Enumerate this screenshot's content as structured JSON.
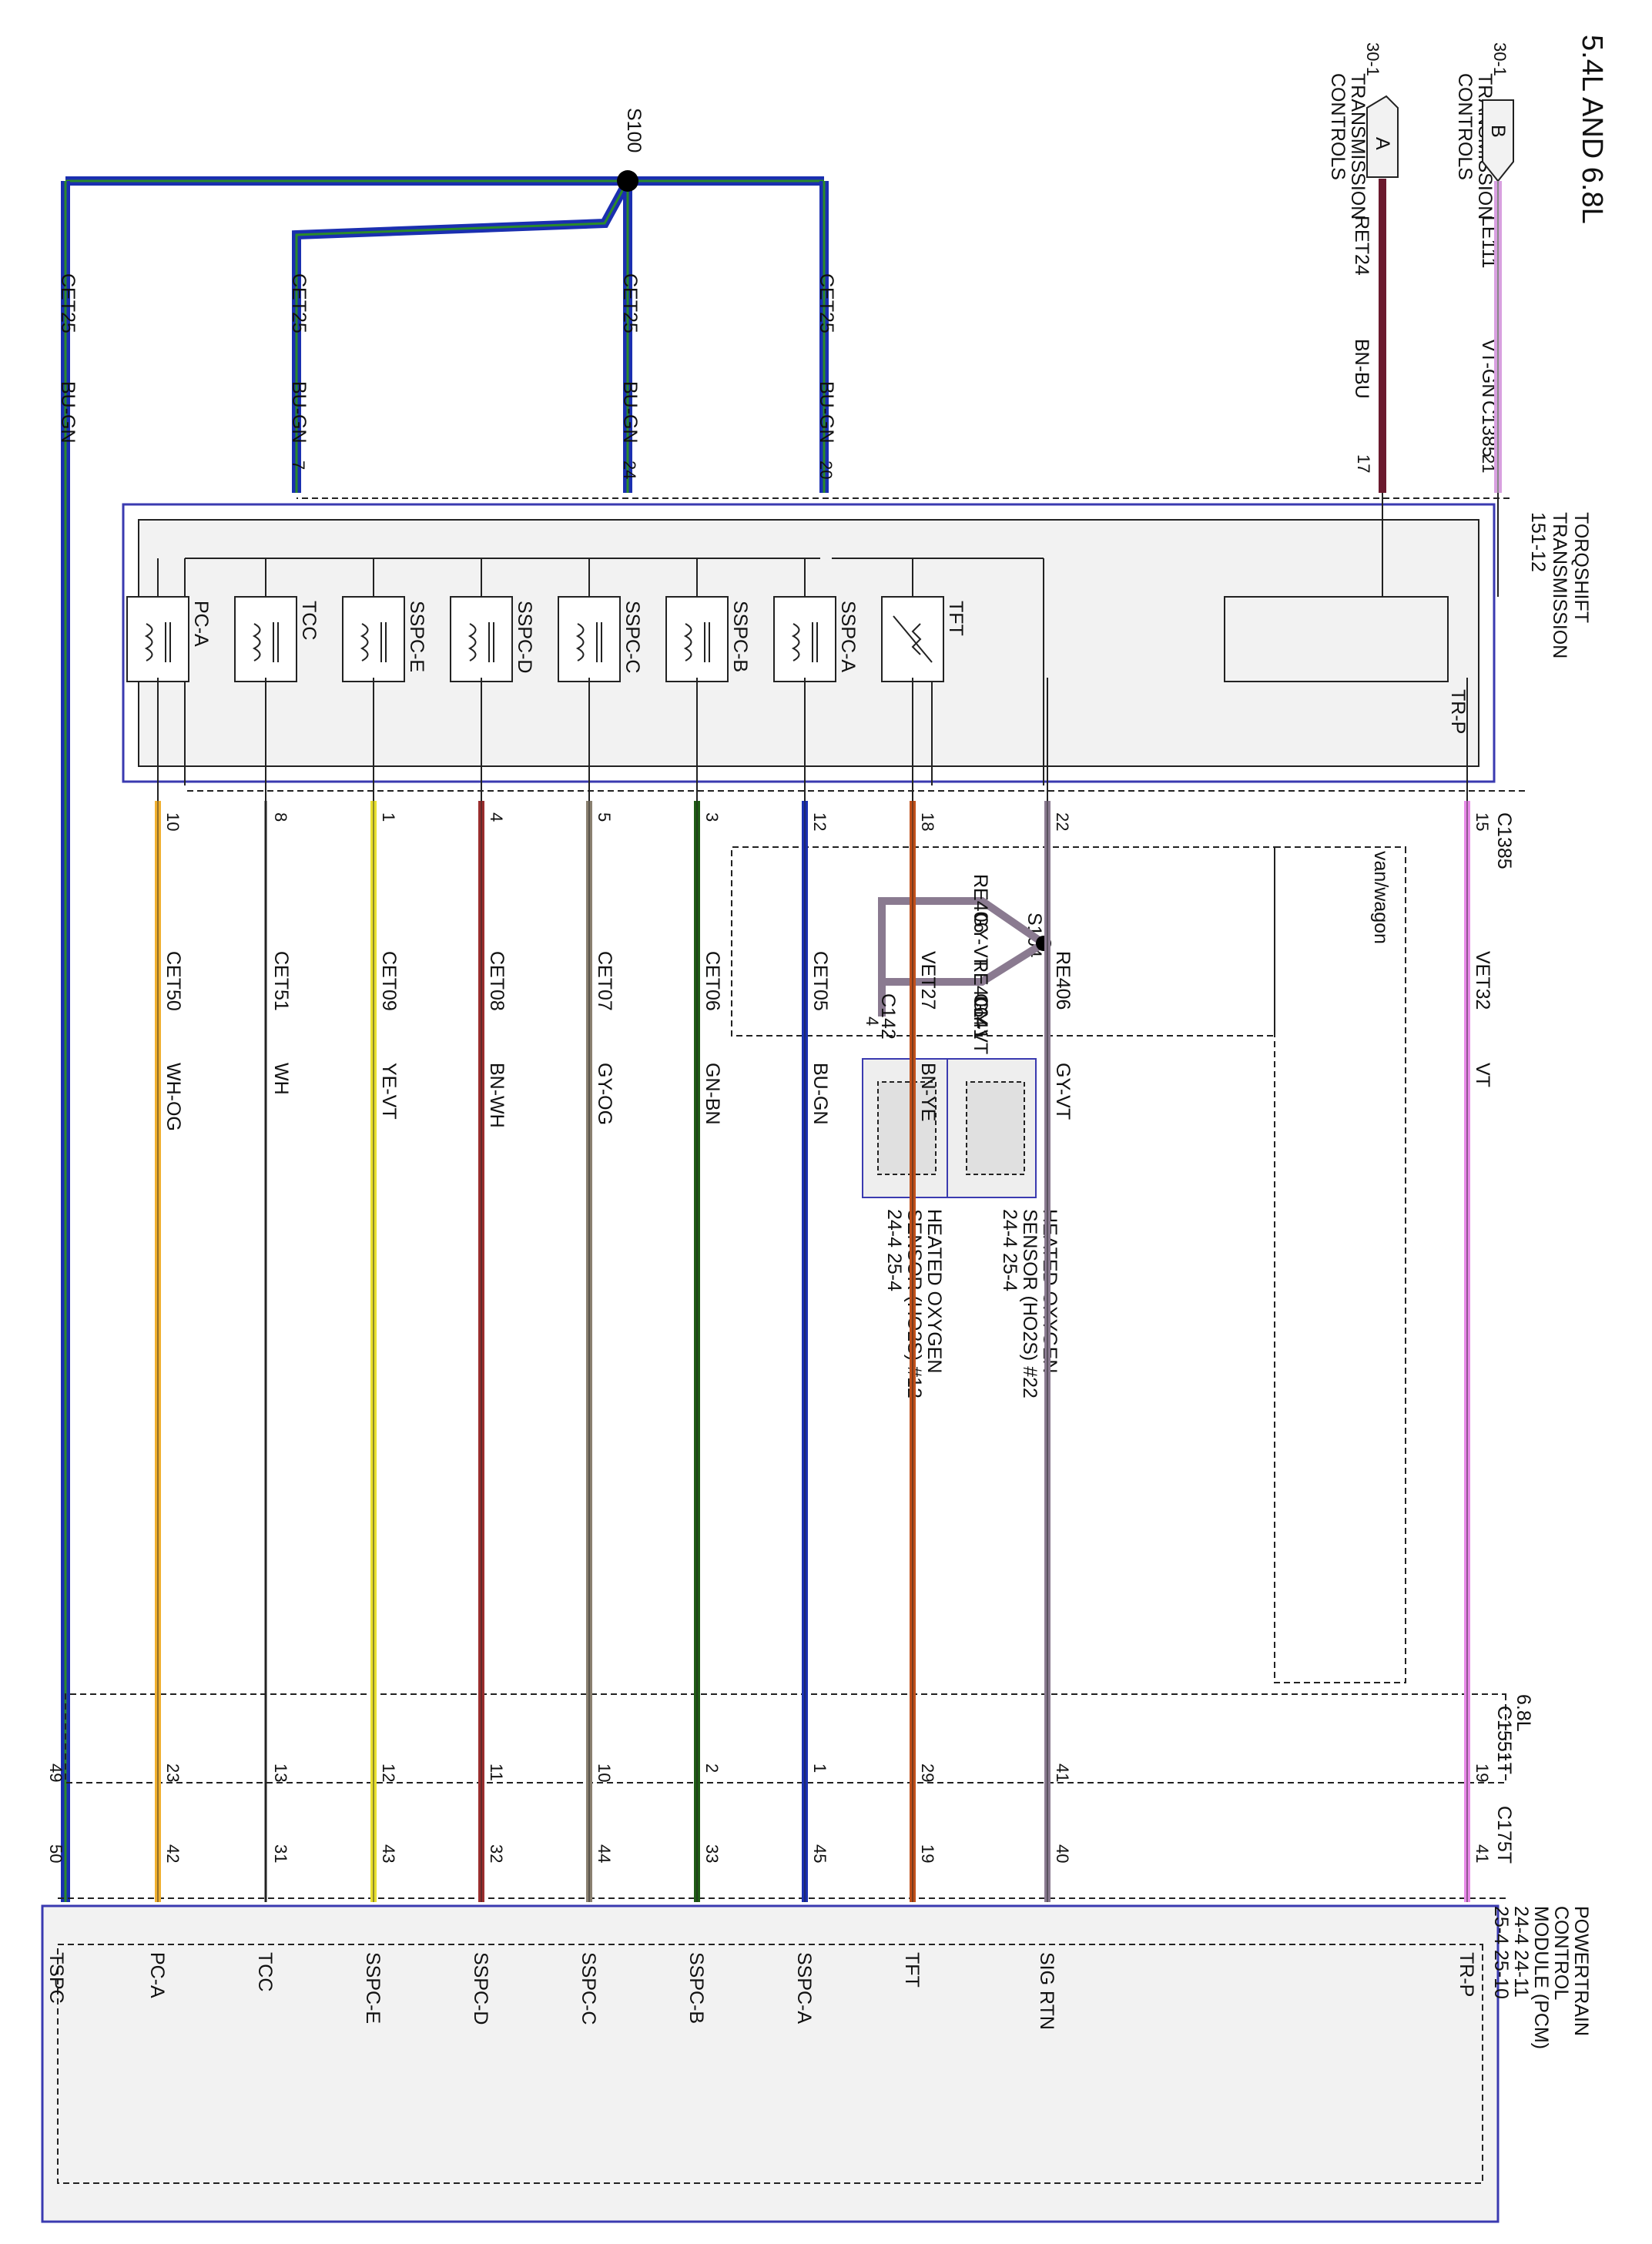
{
  "title": "5.4L AND 6.8L",
  "colors": {
    "BU-GN": "#1a2fb0",
    "BU-GN-stripe": "#2a8a2a",
    "BN-BU": "#6b1a2e",
    "VT-GN": "#d9a0e0",
    "VT": "#e98ae9",
    "GY-VT": "#8a7a90",
    "BN-YE": "#c0501a",
    "GN-BN": "#1e5b14",
    "GY-OG": "#8a8070",
    "BN-WH": "#9a2e2e",
    "YE-VT": "#e8e030",
    "WH": "#222222",
    "WH-OG": "#f0b030",
    "module-border": "#3a3ab0",
    "module-fill": "#f2f2f2"
  },
  "icons": {
    "connector": "chevron-icon",
    "splice": "splice-dot-icon",
    "solenoid": "coil-icon",
    "thermistor": "thermistor-icon"
  },
  "offpage": [
    {
      "ref": "30-1",
      "letter": "A",
      "dest": [
        "TRANSMISSION",
        "CONTROLS"
      ],
      "circuit": "RET24",
      "color": "BN-BU",
      "pin": "17"
    },
    {
      "ref": "30-1",
      "letter": "B",
      "dest": [
        "TRANSMISSION",
        "CONTROLS"
      ],
      "circuit": "LE111",
      "color": "VT-GN",
      "connector": "C1385",
      "pin": "21"
    }
  ],
  "splice_s100": "S100",
  "splice_s104": "S104",
  "top_wires": [
    {
      "circuit": "CET25",
      "color": "BU-GN",
      "pin": "7"
    },
    {
      "circuit": "CET25",
      "color": "BU-GN",
      "pin": "24"
    },
    {
      "circuit": "CET25",
      "color": "BU-GN",
      "pin": "20"
    },
    {
      "circuit": "CET25",
      "color": "BU-GN"
    }
  ],
  "transmission": {
    "title": [
      "TORQSHIFT",
      "TRANSMISSION",
      "151-12"
    ],
    "trp_label": "TR-P",
    "components": [
      "PC-A",
      "TCC",
      "SSPC-E",
      "SSPC-D",
      "SSPC-C",
      "SSPC-B",
      "SSPC-A",
      "TFT"
    ]
  },
  "harness": [
    {
      "pin": "10",
      "circuit": "CET50",
      "color": "WH-OG",
      "c1551t": "23",
      "c175t": "42",
      "pcm": "PC-A"
    },
    {
      "pin": "8",
      "circuit": "CET51",
      "color": "WH",
      "c1551t": "13",
      "c175t": "31",
      "pcm": "TCC"
    },
    {
      "pin": "1",
      "circuit": "CET09",
      "color": "YE-VT",
      "c1551t": "12",
      "c175t": "43",
      "pcm": "SSPC-E"
    },
    {
      "pin": "4",
      "circuit": "CET08",
      "color": "BN-WH",
      "c1551t": "11",
      "c175t": "32",
      "pcm": "SSPC-D"
    },
    {
      "pin": "5",
      "circuit": "CET07",
      "color": "GY-OG",
      "c1551t": "10",
      "c175t": "44",
      "pcm": "SSPC-C"
    },
    {
      "pin": "3",
      "circuit": "CET06",
      "color": "GN-BN",
      "c1551t": "2",
      "c175t": "33",
      "pcm": "SSPC-B"
    },
    {
      "pin": "12",
      "circuit": "CET05",
      "color": "BU-GN",
      "c1551t": "1",
      "c175t": "45",
      "pcm": "SSPC-A"
    },
    {
      "pin": "18",
      "circuit": "VET27",
      "color": "BN-YE",
      "c1551t": "29",
      "c175t": "19",
      "pcm": "TFT"
    },
    {
      "pin": "22",
      "circuit": "RE406",
      "color": "GY-VT",
      "c1551t": "41",
      "c175t": "40",
      "pcm": "SIG RTN"
    },
    {
      "pin": "15",
      "circuit": "VET32",
      "color": "VT",
      "c1551t": "19",
      "c175t": "41",
      "pcm": "TR-P",
      "connector": "C1385"
    }
  ],
  "tspc": {
    "c1551t": "49",
    "c175t": "50",
    "pcm": "TSPC"
  },
  "van_wagon": "van/wagon",
  "sensors": [
    {
      "connector": "C142",
      "pin": "4",
      "circuit": "RE406",
      "color": "GY-VT",
      "name": [
        "HEATED OXYGEN",
        "SENSOR (HO2S) #12",
        "24-4       25-4"
      ]
    },
    {
      "connector": "C141",
      "pin": "4",
      "circuit": "RE406",
      "color": "GY-VT",
      "name": [
        "HEATED OXYGEN",
        "SENSOR (HO2S) #22",
        "24-4       25-4"
      ]
    }
  ],
  "connectors": {
    "c1551t": "C1551T",
    "c175t": "C175T",
    "engine_68": "6.8L"
  },
  "pcm": {
    "title": [
      "POWERTRAIN",
      "CONTROL",
      "MODULE (PCM)",
      "24-4       24-11",
      "25-4       25-10"
    ]
  }
}
